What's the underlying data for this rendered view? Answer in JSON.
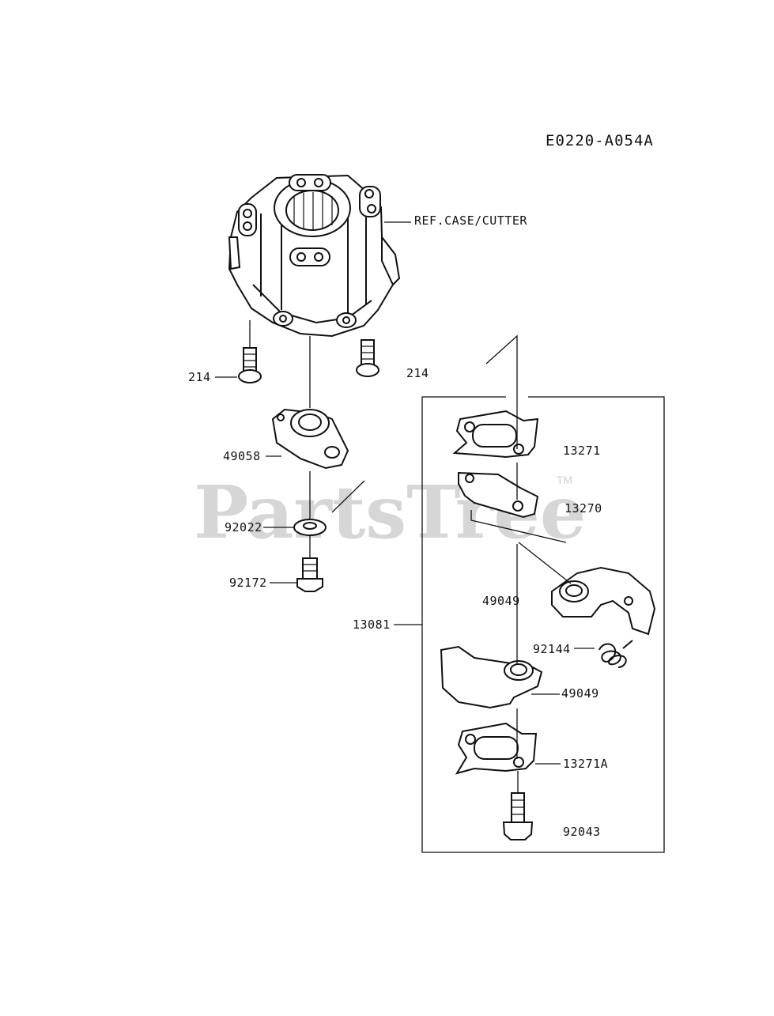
{
  "diagram_code": "E0220-A054A",
  "watermark": {
    "brand": "PartsTree",
    "trademark": "TM"
  },
  "labels": {
    "ref_case": "REF.CASE/CUTTER",
    "bolt_left": "214",
    "bolt_right": "214",
    "p49058": "49058",
    "p92022": "92022",
    "p92172": "92172",
    "p13081": "13081",
    "p13271": "13271",
    "p13270": "13270",
    "p49049_upper": "49049",
    "p92144": "92144",
    "p49049_lower": "49049",
    "p13271A": "13271A",
    "p92043": "92043"
  }
}
